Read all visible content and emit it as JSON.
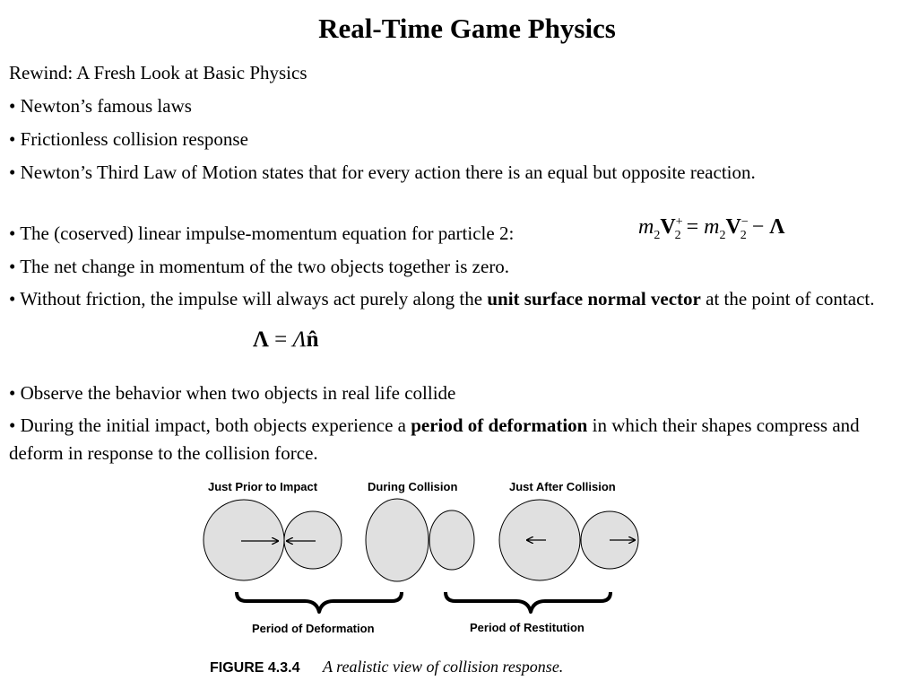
{
  "title": "Real-Time Game Physics",
  "lines": {
    "rewind": "Rewind: A Fresh Look at Basic Physics",
    "b1": "• Newton’s famous laws",
    "b2": "• Frictionless collision response",
    "b3": "• Newton’s Third Law of Motion states that for every action there is an equal but opposite reaction.",
    "b4": "• The (coserved) linear impulse-momentum equation for particle 2:",
    "b5": "• The net change in momentum of the two objects together is zero.",
    "b6_pre": "• Without friction, the impulse will always act purely along the ",
    "b6_bold": "unit surface normal vector",
    "b6_post": " at the point of contact.",
    "b7": "• Observe the behavior when two objects in real life collide",
    "b8_pre": "• During the initial impact, both objects experience a ",
    "b8_bold": "period of deformation",
    "b8_post": " in which their shapes compress and deform in response to the collision force."
  },
  "equation1": {
    "m": "m",
    "sub2": "2",
    "V": "V",
    "sup_plus": "+",
    "sup_minus": "−",
    "eq": "=",
    "minus": "−",
    "lambda": "Λ"
  },
  "equation2": {
    "lambda_bold": "Λ",
    "eq": "=",
    "lambda_italic": "Λ",
    "n_hat": "n̂"
  },
  "figure": {
    "label_prior": "Just Prior to Impact",
    "label_during": "During Collision",
    "label_after": "Just After Collision",
    "label_deformation": "Period of Deformation",
    "label_restitution": "Period of Restitution",
    "caption_number": "FIGURE 4.3.4",
    "caption_text": "A realistic view of collision response.",
    "ball_color": "#e0e0e0"
  }
}
